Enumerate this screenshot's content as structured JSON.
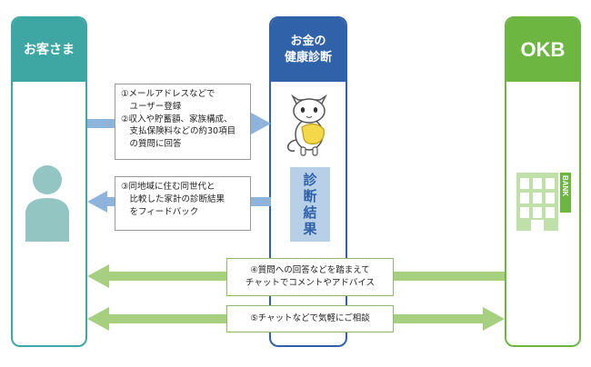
{
  "columns": {
    "customer": {
      "title": "お客さま",
      "color": "#3ea7a3"
    },
    "center": {
      "title_line1": "お金の",
      "title_line2": "健康診断",
      "color": "#2f62a8"
    },
    "bank": {
      "title": "OKB",
      "color": "#6cb641"
    }
  },
  "steps": {
    "step1": {
      "line1": "①メールアドレスなどで",
      "line2": "　ユーザー登録"
    },
    "step2": {
      "line1": "②収入や貯蓄額、家族構成、",
      "line2": "　支払保険料などの約30項目",
      "line3": "　の質問に回答"
    },
    "step3": {
      "line1": "③同地域に住む同世代と",
      "line2": "　比較した家計の診断結果",
      "line3": "　をフィードバック"
    },
    "step4": {
      "line1": "④質問への回答などを踏まえて",
      "line2": "チャットでコメントやアドバイス"
    },
    "step5": {
      "line1": "⑤チャットなどで気軽にご相談"
    }
  },
  "result": {
    "c1": "診",
    "c2": "断",
    "c3": "結",
    "c4": "果"
  },
  "bank_sign": "BANK",
  "colors": {
    "blue_arrow": "#8fb4dc",
    "green_arrow": "#a6cf7f",
    "green_bank": "#6cb641",
    "light_green": "#bfe0a8"
  },
  "icons": {
    "mascot": "cat-icon",
    "customer": "person-icon",
    "bank": "bank-building-icon"
  }
}
